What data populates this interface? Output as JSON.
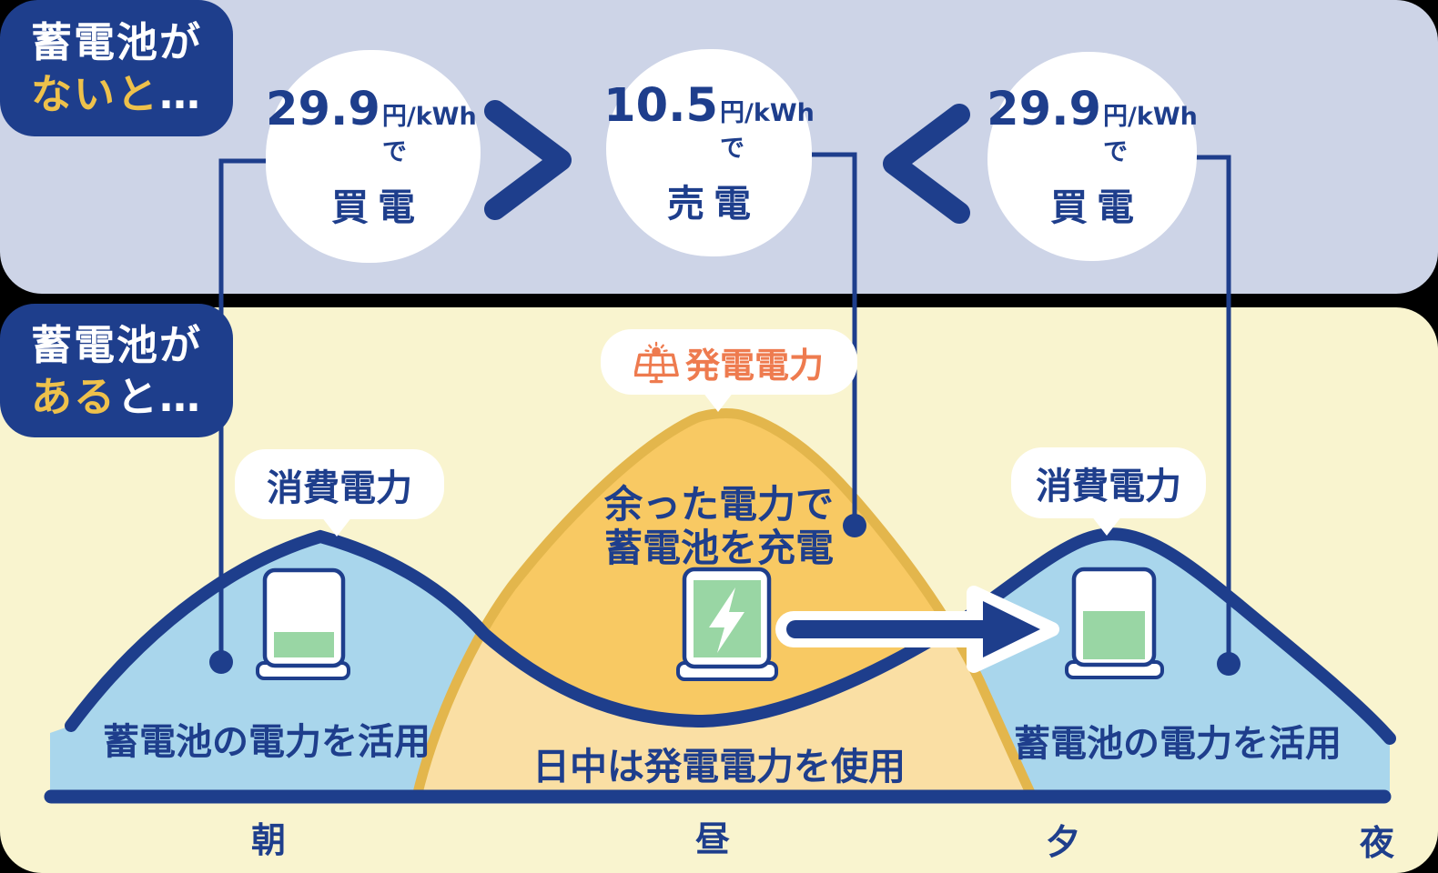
{
  "colors": {
    "navy": "#1e3e8c",
    "lavender_panel": "#cdd4e7",
    "cream_panel": "#f9f4cf",
    "light_blue_fill": "#a9d6ec",
    "gold_fill": "#f8c963",
    "gold_stroke": "#e3b64c",
    "light_orange_fill": "#fadfa4",
    "orange_accent": "#ee7b4f",
    "battery_green": "#99d6a4",
    "highlight_yellow": "#eec14b",
    "bubble_white": "#ffffff"
  },
  "without_battery": {
    "title_line1": "蓄電池が",
    "title_line2_highlight": "ないと",
    "title_line2_rest": "…",
    "comparisons": [
      {
        "price": "29.9",
        "unit": "円/kWhで",
        "action": "買電"
      },
      {
        "price": "10.5",
        "unit": "円/kWhで",
        "action": "売電"
      },
      {
        "price": "29.9",
        "unit": "円/kWhで",
        "action": "買電"
      }
    ],
    "operator_left": ">",
    "operator_right": "<"
  },
  "with_battery": {
    "title_line1": "蓄電池が",
    "title_line2_highlight": "ある",
    "title_line2_rest": "と…",
    "generation_label": "発電電力",
    "consumption_label_left": "消費電力",
    "consumption_label_right": "消費電力",
    "surplus_line1": "余った電力で",
    "surplus_line2": "蓄電池を充電",
    "daytime_label": "日中は発電電力を使用",
    "battery_use_label_left": "蓄電池の電力を活用",
    "battery_use_label_right": "蓄電池の電力を活用",
    "time_labels": {
      "morning": "朝",
      "noon": "昼",
      "evening": "夕",
      "night": "夜"
    }
  },
  "chart_data": {
    "type": "area",
    "x_categories": [
      "朝",
      "昼",
      "夕",
      "夜"
    ],
    "series": [
      {
        "name": "消費電力",
        "fill": "#a9d6ec",
        "stroke": "#1e3e8c",
        "profile": "double-hump: peaks in morning and evening, valley at midday",
        "approx_points_fraction_x_height": [
          [
            0.03,
            0.2
          ],
          [
            0.21,
            0.75
          ],
          [
            0.48,
            0.22
          ],
          [
            0.76,
            0.75
          ],
          [
            0.98,
            0.17
          ]
        ]
      },
      {
        "name": "発電電力",
        "fill": "#f8c963",
        "stroke": "#e3b64c",
        "profile": "single midday mound; surplus above consumption charges battery, lower part used directly",
        "approx_points_fraction_x_height": [
          [
            0.28,
            0.0
          ],
          [
            0.5,
            1.1
          ],
          [
            0.73,
            0.0
          ]
        ]
      }
    ],
    "annotations": [
      "発電電力",
      "消費電力",
      "消費電力",
      "余った電力で蓄電池を充電",
      "日中は発電電力を使用",
      "蓄電池の電力を活用",
      "蓄電池の電力を活用"
    ],
    "legend_position": "none",
    "grid": false
  }
}
